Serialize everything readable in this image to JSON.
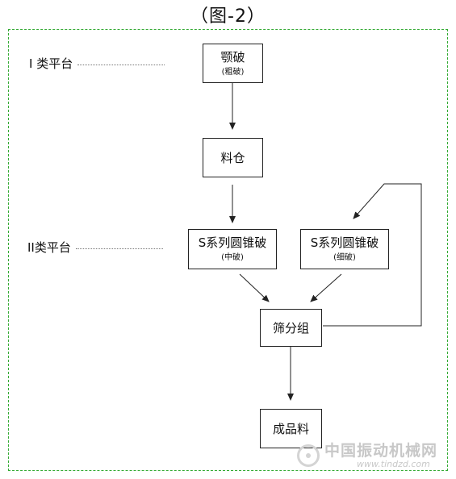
{
  "title": "（图-2）",
  "levels": [
    {
      "label": "I 类平台"
    },
    {
      "label": "II类平台"
    }
  ],
  "nodes": {
    "jaw": {
      "label": "颚破",
      "sub": "(粗破)"
    },
    "bin": {
      "label": "料仓"
    },
    "cone_medium": {
      "label": "S系列圆锥破",
      "sub": "(中破)"
    },
    "cone_fine": {
      "label": "S系列圆锥破",
      "sub": "(细破)"
    },
    "screen": {
      "label": "筛分组"
    },
    "product": {
      "label": "成品料"
    }
  },
  "colors": {
    "frame": "#33aa33",
    "line": "#222222"
  },
  "watermark": {
    "name": "中国振动机械网",
    "site": "www.tindzd.com"
  }
}
